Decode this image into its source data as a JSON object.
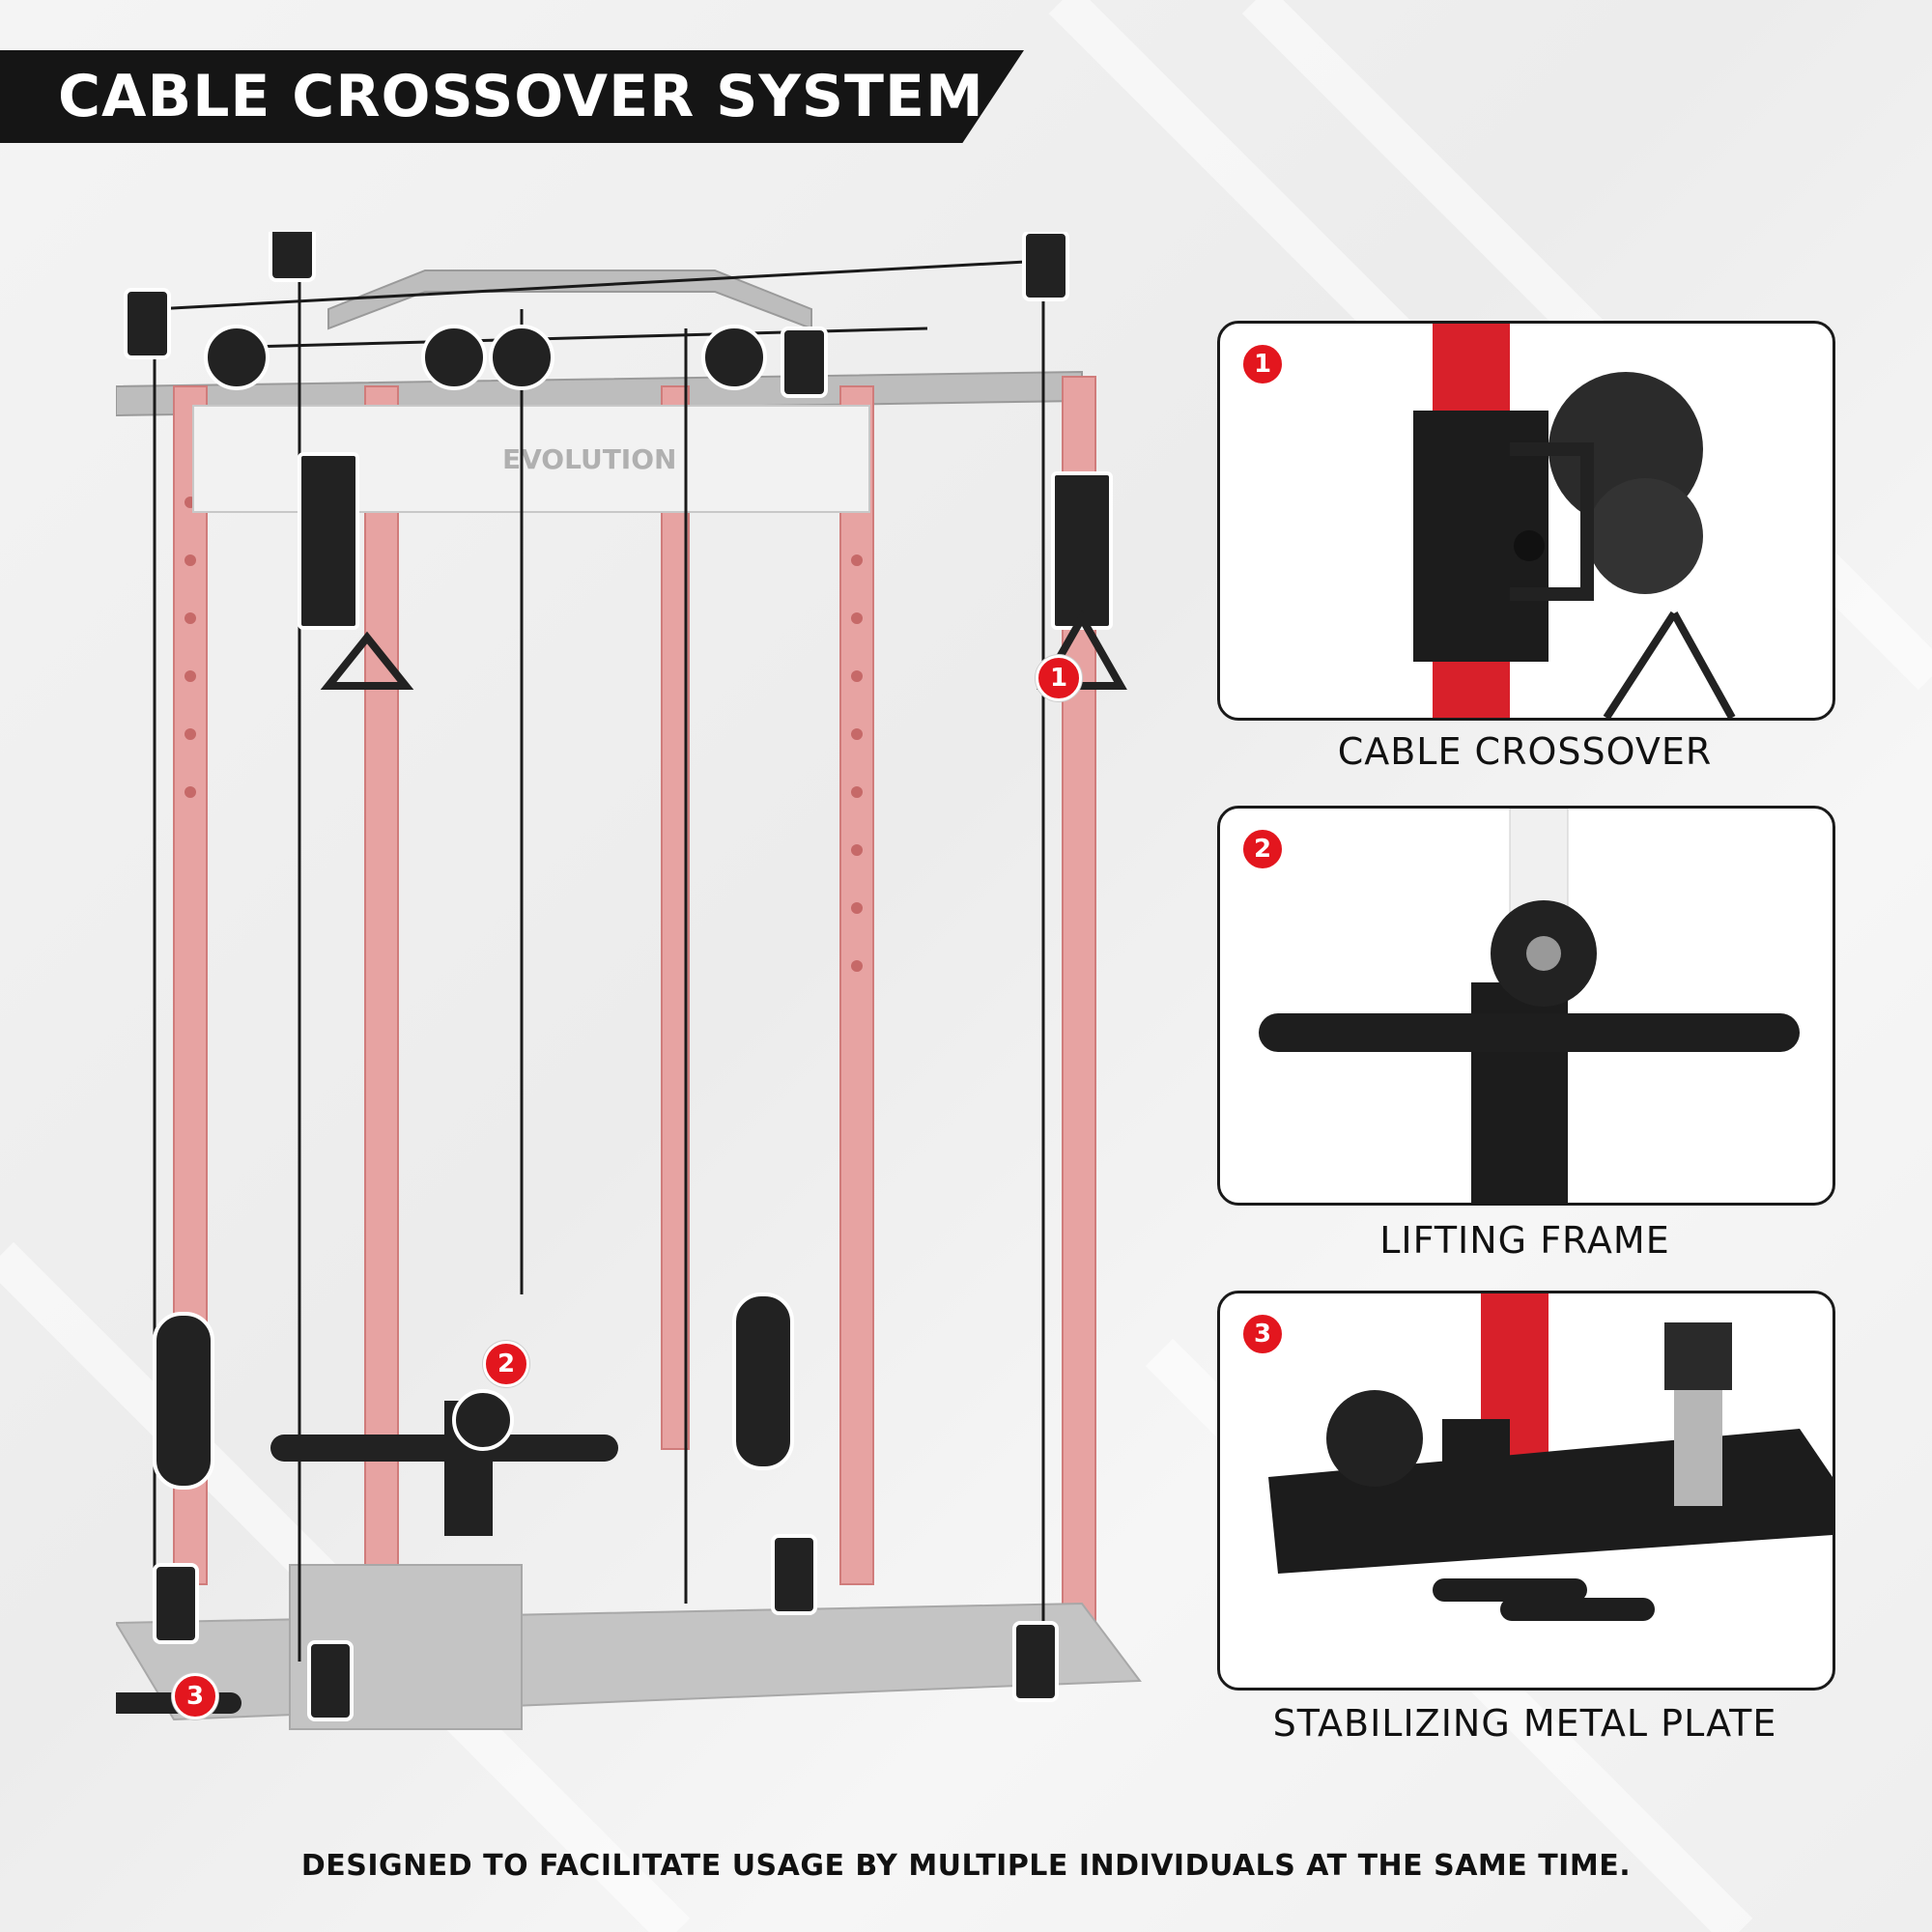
{
  "header": {
    "title": "CABLE CROSSOVER SYSTEM"
  },
  "rack": {
    "brand_logo": "EVOLUTION",
    "frame_color": "#e0908f",
    "marker_1": "1",
    "marker_2": "2",
    "marker_3": "3"
  },
  "panels": [
    {
      "number": "1",
      "caption": "CABLE CROSSOVER"
    },
    {
      "number": "2",
      "caption": "LIFTING FRAME"
    },
    {
      "number": "3",
      "caption": "STABILIZING METAL PLATE"
    }
  ],
  "footer": {
    "text": "DESIGNED TO FACILITATE USAGE BY MULTIPLE INDIVIDUALS AT THE SAME TIME."
  },
  "colors": {
    "accent_red": "#e3161e",
    "banner": "#151515"
  }
}
